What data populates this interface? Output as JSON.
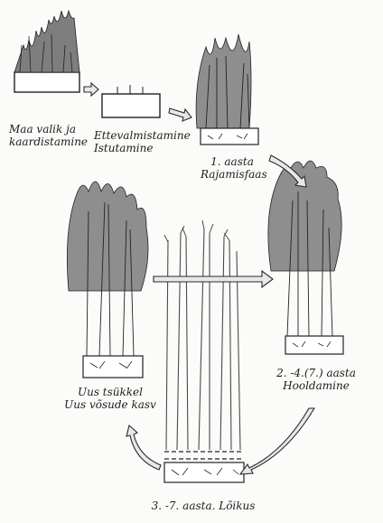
{
  "stages": {
    "site": {
      "line1": "Maa valik ja",
      "line2": "kaardistamine"
    },
    "prep": {
      "line1": "Ettevalmistamine",
      "line2": "Istutamine"
    },
    "year1": {
      "line1": "1. aasta",
      "line2": "Rajamisfaas"
    },
    "maint": {
      "line1": "2. -4.(7.) aasta",
      "line2": "Hooldamine"
    },
    "harvest": {
      "line1": "3. -7. aasta. Lõikus"
    },
    "regrowth": {
      "line1": "Uus tsükkel",
      "line2": "Uus võsude kasv"
    }
  },
  "colors": {
    "ink": "#1c1c1c",
    "foliage": "#8e8e8e",
    "paper": "#fbfbf9"
  }
}
